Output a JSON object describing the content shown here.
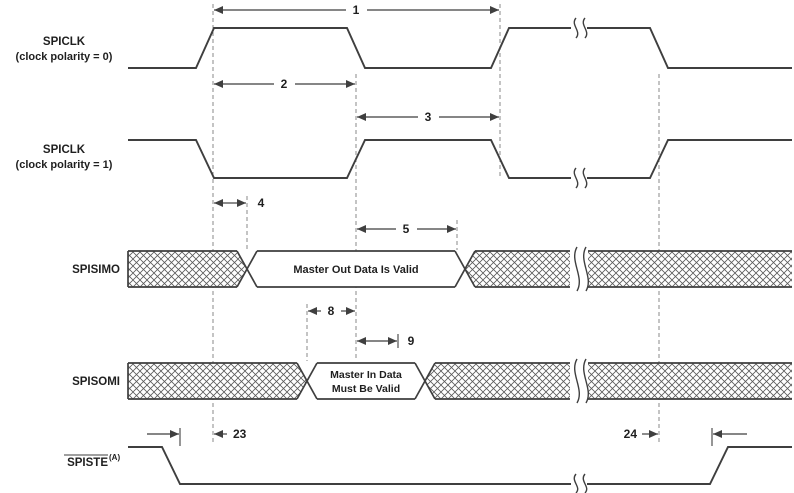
{
  "signals": {
    "spiclk0": {
      "name": "SPICLK",
      "qualifier": "(clock polarity = 0)"
    },
    "spiclk1": {
      "name": "SPICLK",
      "qualifier": "(clock polarity = 1)"
    },
    "spisimo": {
      "name": "SPISIMO",
      "valid_text": "Master Out Data Is Valid"
    },
    "spisomi": {
      "name": "SPISOMI",
      "valid_line1": "Master In Data",
      "valid_line2": "Must Be Valid"
    },
    "spiste": {
      "name": "SPISTE",
      "footnote": "(A)"
    }
  },
  "markers": {
    "m1": "1",
    "m2": "2",
    "m3": "3",
    "m4": "4",
    "m5": "5",
    "m8": "8",
    "m9": "9",
    "m23": "23",
    "m24": "24"
  },
  "colors": {
    "line": "#3f3f3f",
    "text": "#1f1f1f",
    "dashed": "#8a8a8a",
    "hatch": "#5a5a5a",
    "background": "#ffffff"
  }
}
